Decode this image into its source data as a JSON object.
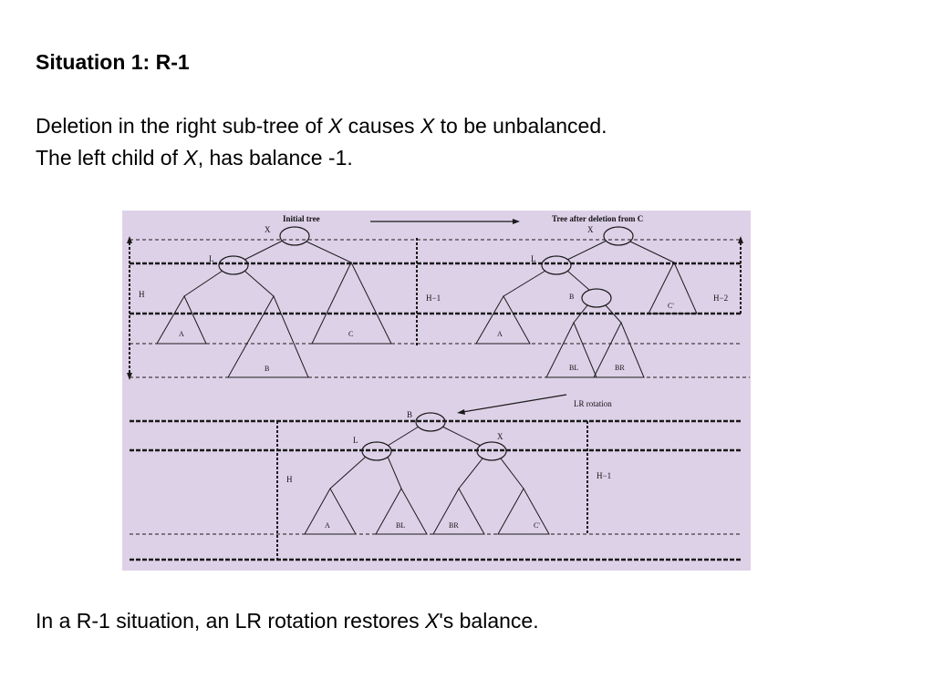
{
  "slide": {
    "heading": "Situation 1: R-1",
    "line1": {
      "part1": "Deletion in the right sub-tree of ",
      "var1": "X",
      "part2": " causes ",
      "var2": "X",
      "part3": " to be unbalanced."
    },
    "line2": {
      "part1": "The left child of ",
      "var1": "X",
      "part2": ", has balance -1."
    },
    "footer": {
      "part1": "In a R-1 situation, an LR rotation restores ",
      "var1": "X",
      "part2": "'s balance."
    }
  },
  "diagram": {
    "background": "#ddd1e8",
    "stroke": "#1a1a1a",
    "captions": {
      "initial": "Initial tree",
      "after": "Tree after deletion from C",
      "rotation": "LR rotation"
    },
    "heights": {
      "h_initial": "H",
      "h_minus1": "H−1",
      "h_minus2": "H−2",
      "h_bottom": "H",
      "h_bottom_minus1": "H−1"
    },
    "initial_tree": {
      "node_x": "X",
      "node_l": "L",
      "sub_a": "A",
      "sub_b": "B",
      "sub_c": "C"
    },
    "after_tree": {
      "node_x": "X",
      "node_l": "L",
      "node_b": "B",
      "sub_a": "A",
      "sub_c": "C'",
      "sub_bl": "BL",
      "sub_br": "BR"
    },
    "rotated_tree": {
      "node_b": "B",
      "node_l": "L",
      "node_x": "X",
      "sub_a": "A",
      "sub_bl": "BL",
      "sub_br": "BR",
      "sub_c": "C'"
    }
  }
}
